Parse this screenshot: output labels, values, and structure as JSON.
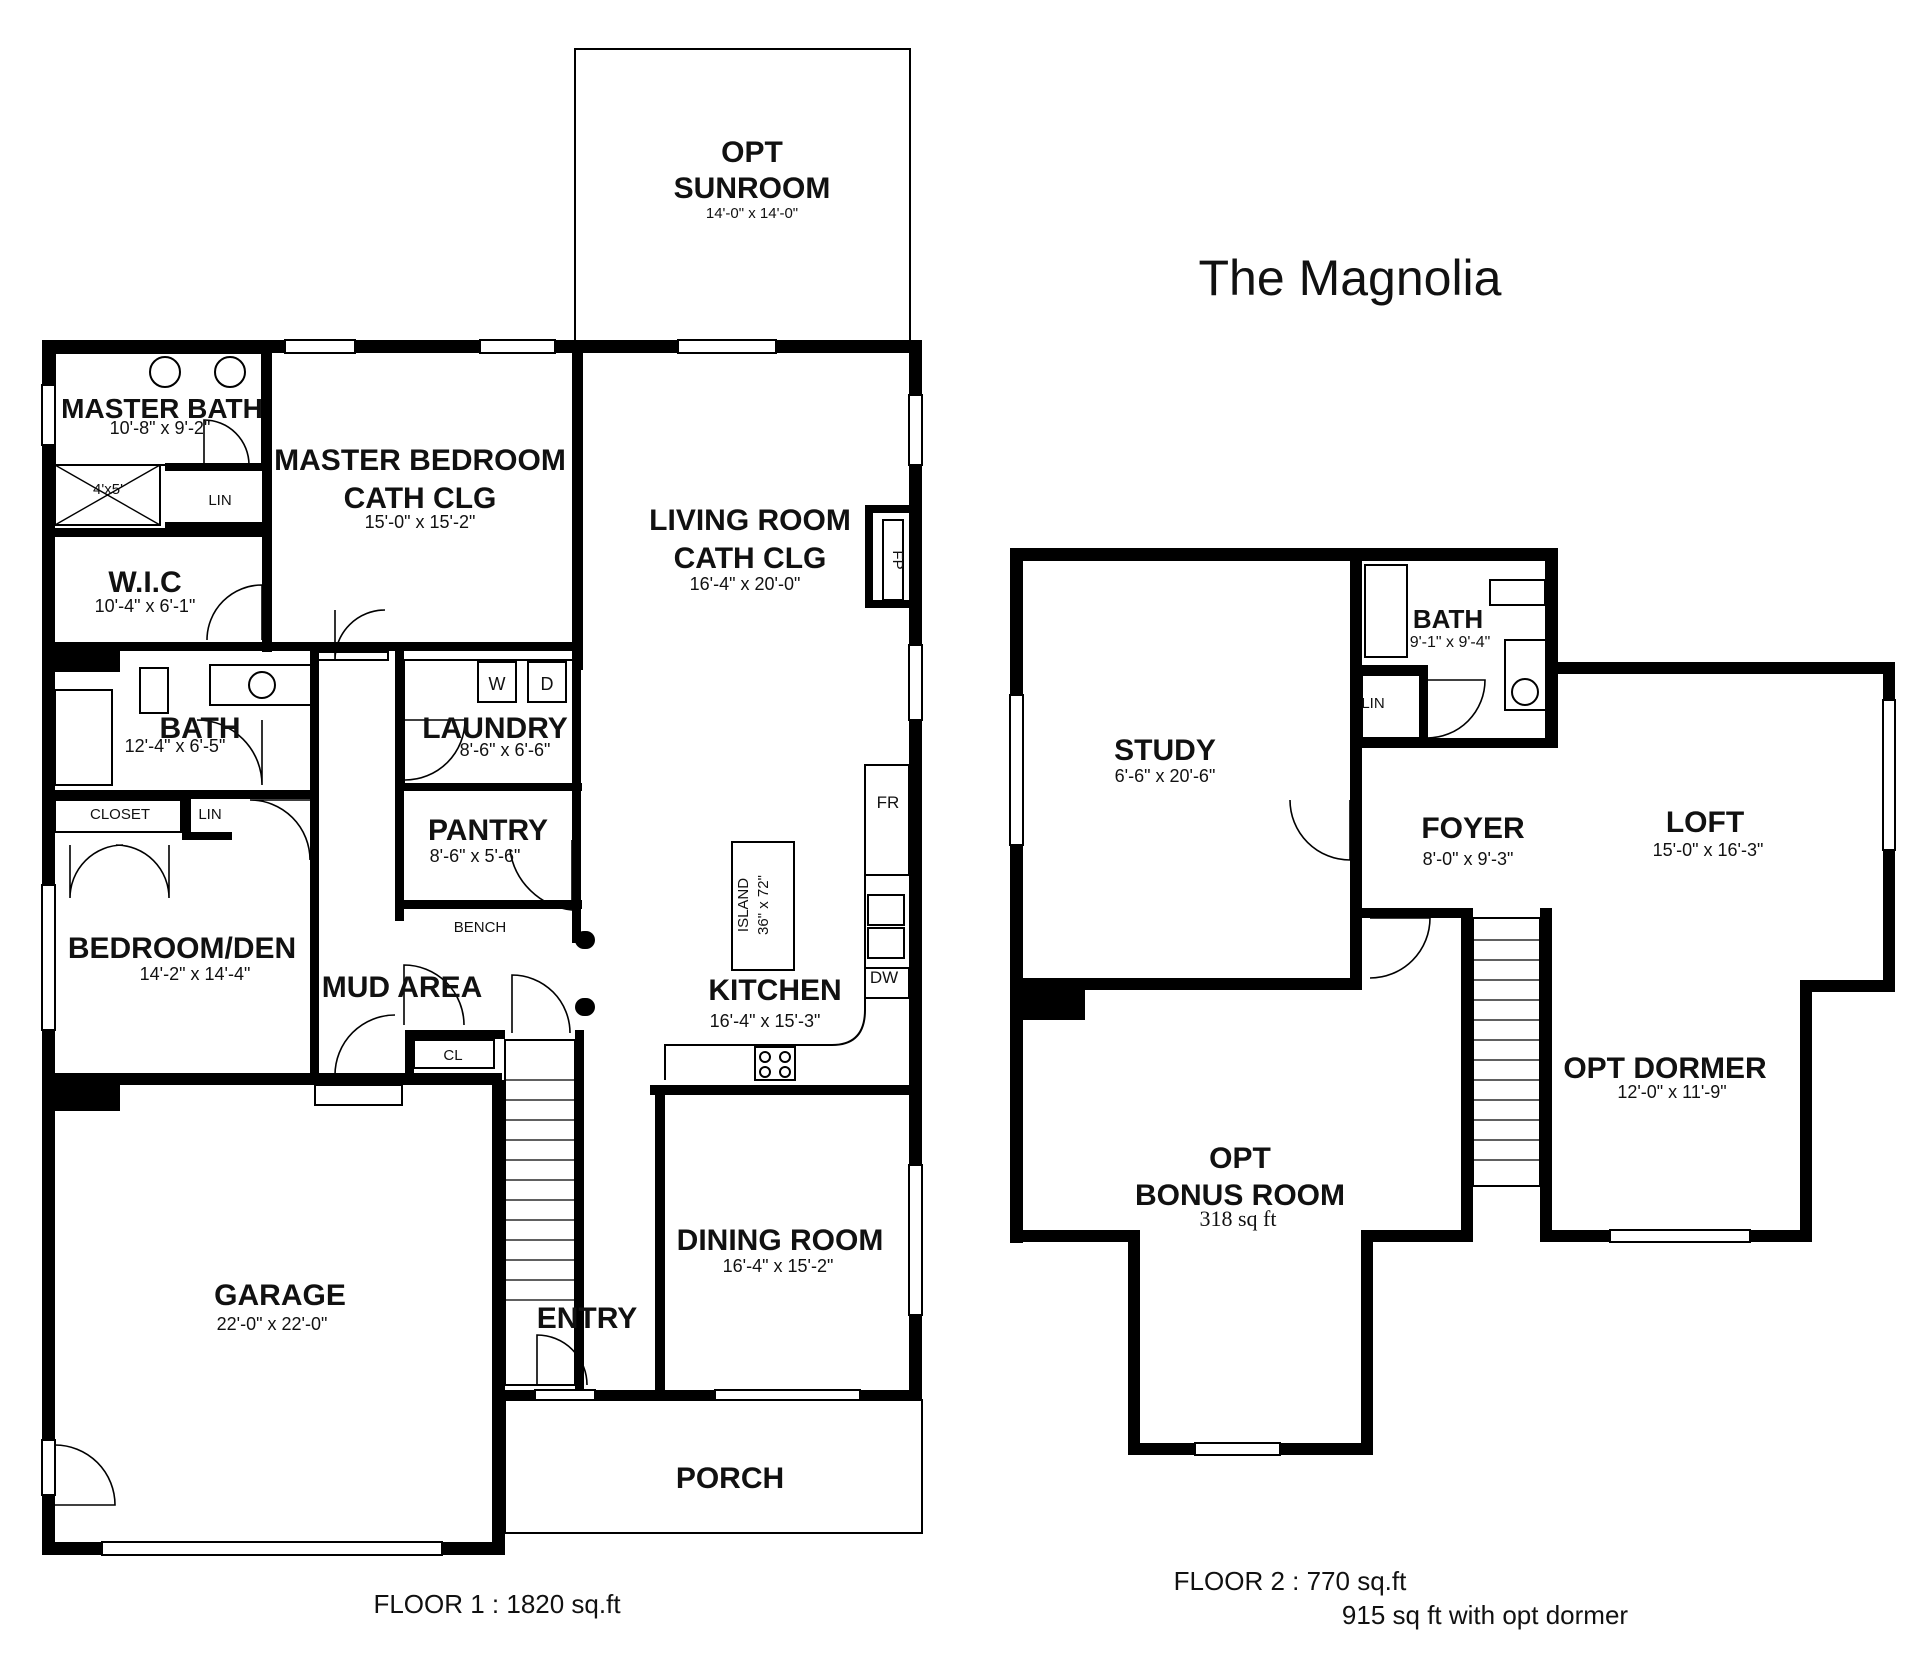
{
  "title": "The Magnolia",
  "floor1": {
    "caption": "FLOOR 1 : 1820 sq.ft",
    "rooms": {
      "sunroom_a": "OPT",
      "sunroom_b": "SUNROOM",
      "sunroom_dim": "14'-0\" x 14'-0\"",
      "master_bath": "MASTER BATH",
      "master_bath_dim": "10'-8\" x 9'-2\"",
      "shower": "4'x5'",
      "lin1": "LIN",
      "master_bed_a": "MASTER BEDROOM",
      "master_bed_b": "CATH CLG",
      "master_bed_dim": "15'-0\" x 15'-2\"",
      "living_a": "LIVING ROOM",
      "living_b": "CATH CLG",
      "living_dim": "16'-4\" x 20'-0\"",
      "fp": "FP",
      "wic": "W.I.C",
      "wic_dim": "10'-4\" x 6'-1\"",
      "bath": "BATH",
      "bath_dim": "12'-4\" x 6'-5\"",
      "closet": "CLOSET",
      "lin2": "LIN",
      "laundry": "LAUNDRY",
      "laundry_dim": "8'-6\" x 6'-6\"",
      "washer": "W",
      "dryer": "D",
      "pantry": "PANTRY",
      "pantry_dim": "8'-6\" x 5'-6\"",
      "bench": "BENCH",
      "bedroom_den": "BEDROOM/DEN",
      "bedroom_den_dim": "14'-2\" x 14'-4\"",
      "mud": "MUD AREA",
      "cl": "CL",
      "fr": "FR",
      "dw": "DW",
      "island": "ISLAND",
      "island_dim": "36\" x 72\"",
      "kitchen": "KITCHEN",
      "kitchen_dim": "16'-4\" x 15'-3\"",
      "garage": "GARAGE",
      "garage_dim": "22'-0\" x 22'-0\"",
      "dining": "DINING ROOM",
      "dining_dim": "16'-4\" x 15'-2\"",
      "entry": "ENTRY",
      "porch": "PORCH"
    }
  },
  "floor2": {
    "caption": "FLOOR 2 : 770 sq.ft",
    "caption2": "915 sq ft with opt dormer",
    "rooms": {
      "study": "STUDY",
      "study_dim": "6'-6\" x 20'-6\"",
      "bath": "BATH",
      "bath_dim": "9'-1\" x 9'-4\"",
      "lin": "LIN",
      "foyer": "FOYER",
      "foyer_dim": "8'-0\" x 9'-3\"",
      "loft": "LOFT",
      "loft_dim": "15'-0\" x 16'-3\"",
      "dormer": "OPT DORMER",
      "dormer_dim": "12'-0\" x 11'-9\"",
      "bonus_a": "OPT",
      "bonus_b": "BONUS ROOM",
      "bonus_area": "318 sq ft"
    }
  }
}
